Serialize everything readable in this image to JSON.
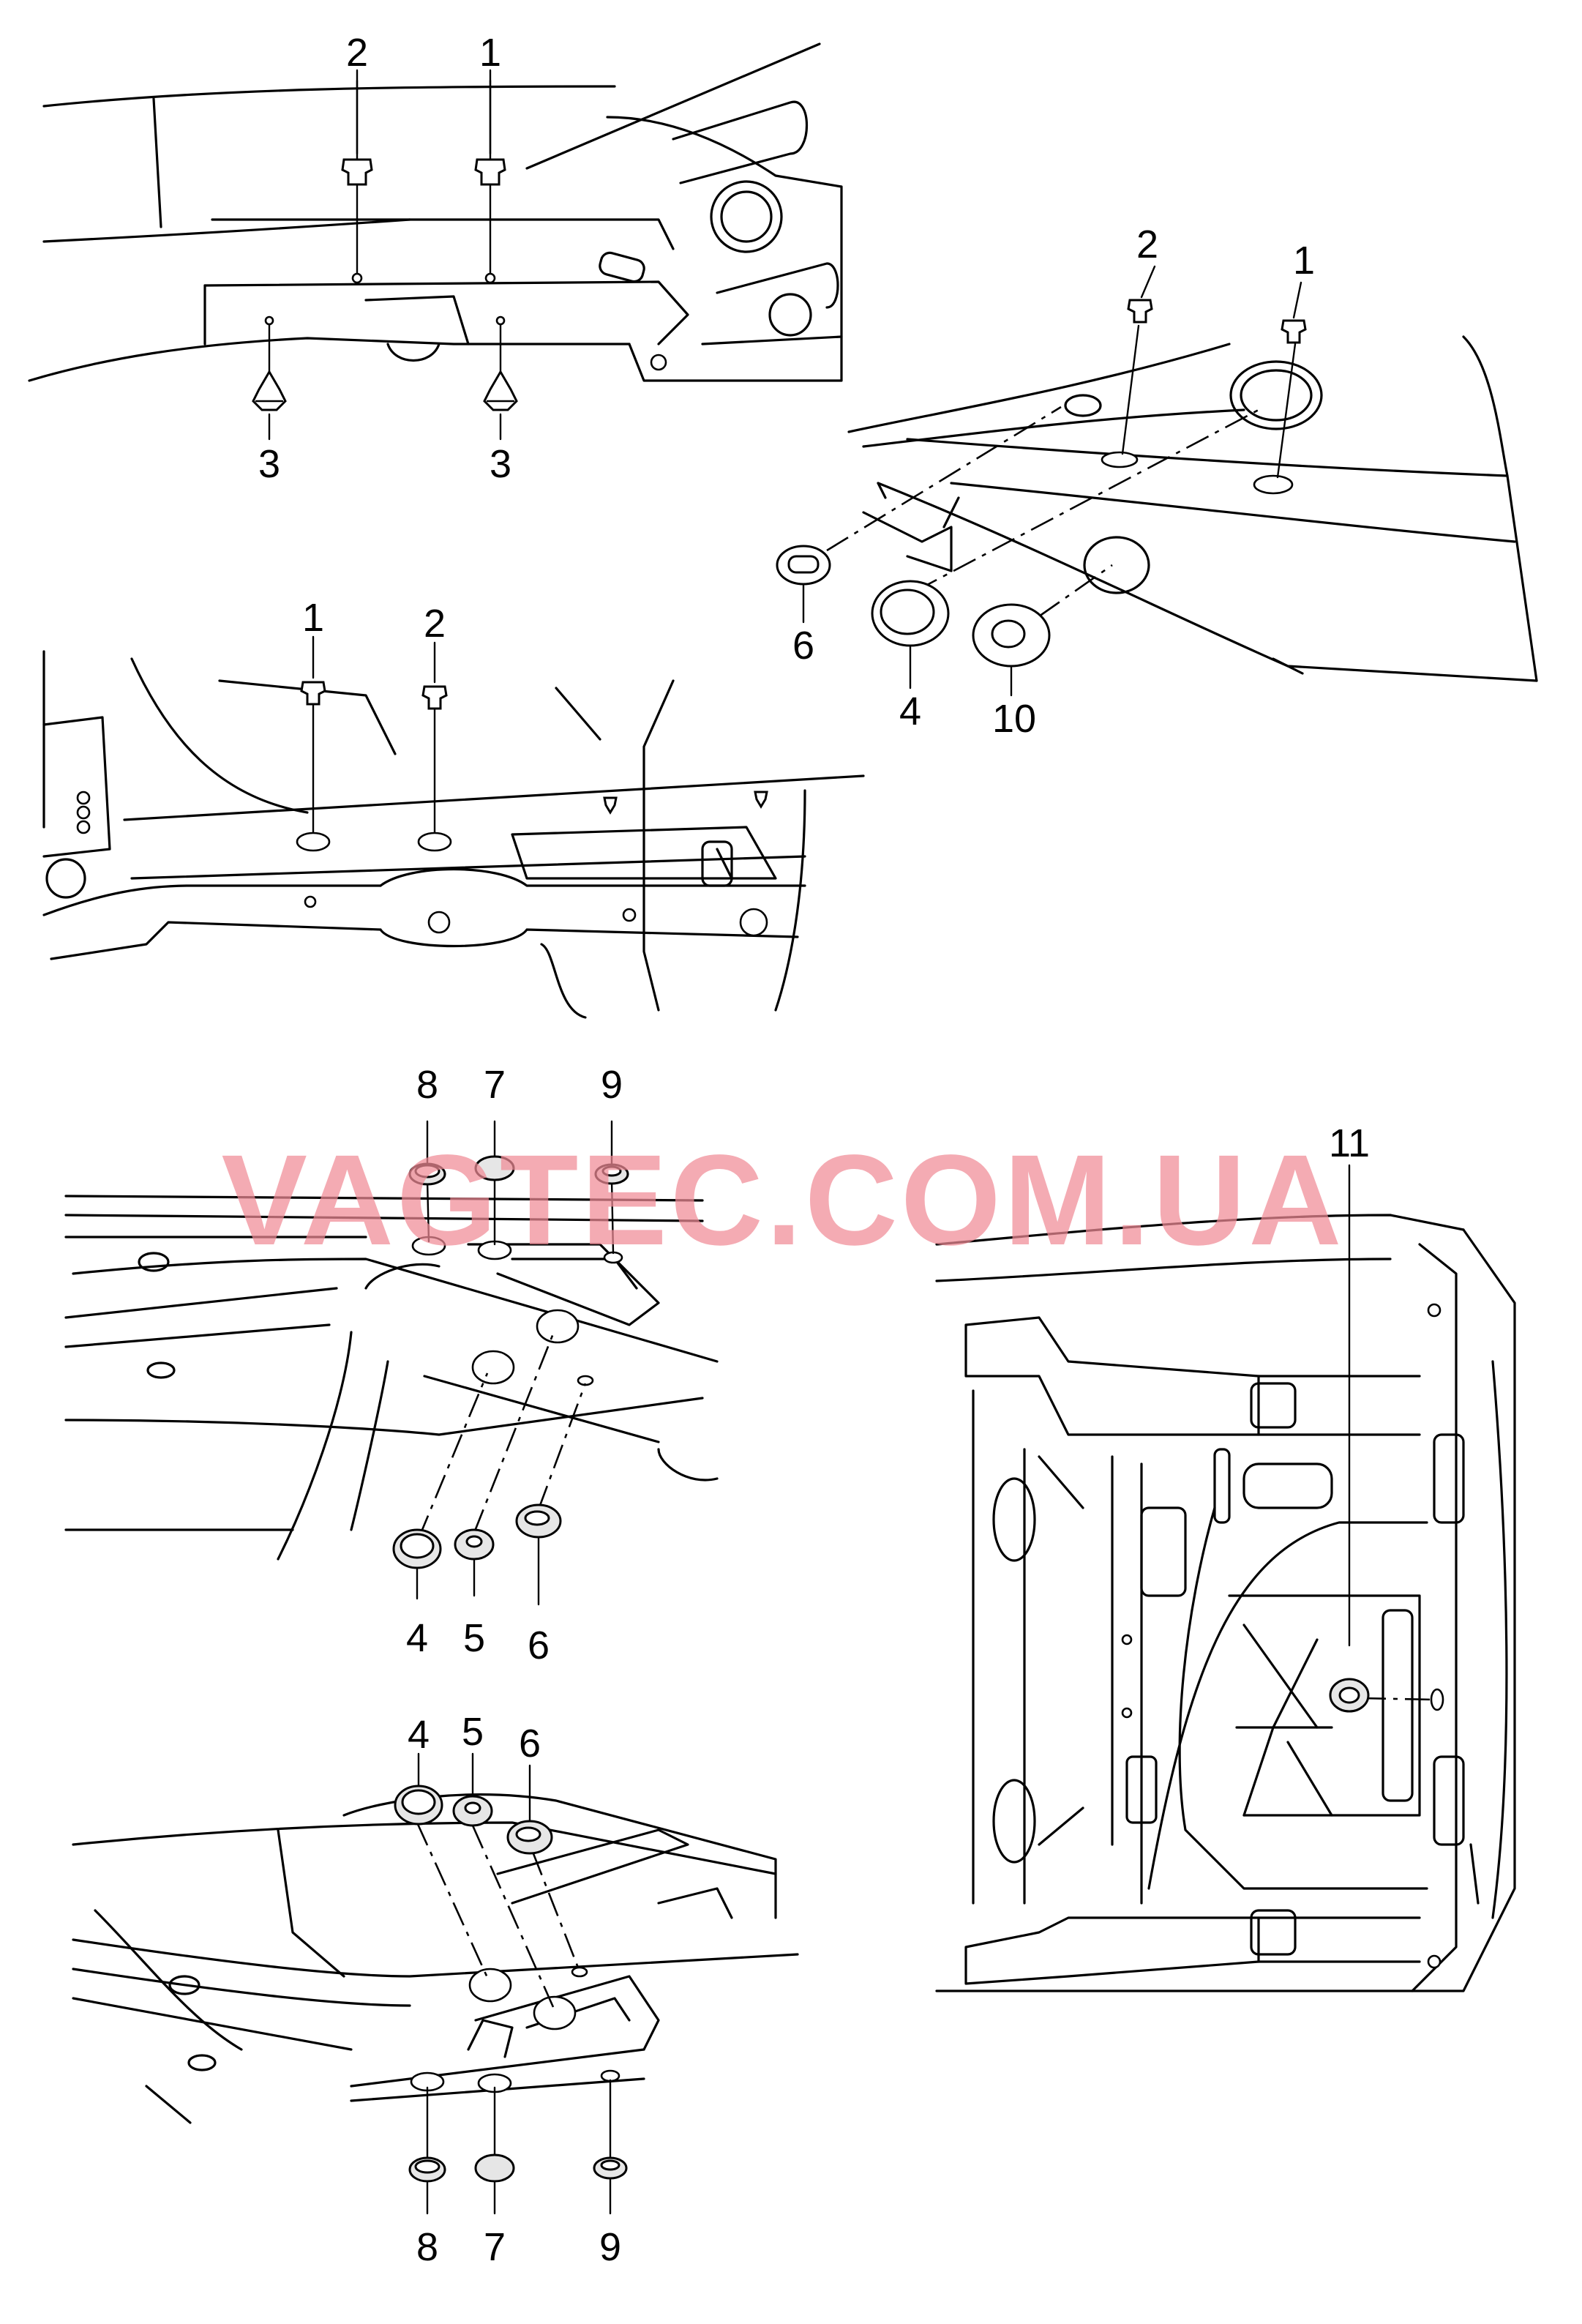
{
  "watermark": "VAGTEC.COM.UA",
  "panel_a": {
    "labels": [
      "2",
      "1",
      "3",
      "3"
    ]
  },
  "panel_b": {
    "labels": [
      "2",
      "1",
      "6",
      "4",
      "10"
    ]
  },
  "panel_c": {
    "labels": [
      "1",
      "2"
    ]
  },
  "panel_d": {
    "labels": [
      "8",
      "7",
      "9",
      "4",
      "5",
      "6"
    ]
  },
  "panel_e": {
    "labels": [
      "4",
      "5",
      "6",
      "8",
      "7",
      "9"
    ]
  },
  "panel_f": {
    "labels": [
      "11"
    ]
  }
}
